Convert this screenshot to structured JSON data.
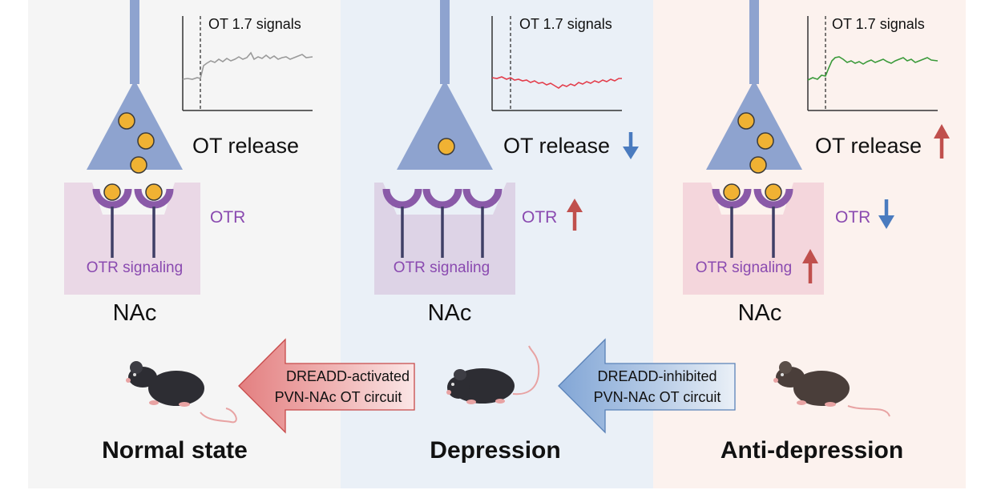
{
  "panels": [
    {
      "id": "normal",
      "state_label": "Normal state",
      "trace_label": "OT 1.7 signals",
      "release_label": "OT release",
      "receptor_label": "OTR",
      "signaling_label": "OTR signaling",
      "region_label": "NAc",
      "colors": {
        "background": "#f5f5f5",
        "trace": "#9a9a9a"
      }
    },
    {
      "id": "depression",
      "state_label": "Depression",
      "trace_label": "OT 1.7 signals",
      "release_label": "OT release",
      "receptor_label": "OTR",
      "signaling_label": "OTR signaling",
      "region_label": "NAc",
      "colors": {
        "background": "#eaf0f7",
        "trace": "#e33d4b"
      },
      "release_change": "down",
      "receptor_change": "up"
    },
    {
      "id": "anti-depression",
      "state_label": "Anti-depression",
      "trace_label": "OT 1.7 signals",
      "release_label": "OT release",
      "receptor_label": "OTR",
      "signaling_label": "OTR signaling",
      "region_label": "NAc",
      "colors": {
        "background": "#fcf2ee",
        "trace": "#3a9a3a"
      },
      "release_change": "up",
      "receptor_change": "down",
      "signaling_change": "up"
    }
  ],
  "arrows": [
    {
      "id": "activated",
      "line1": "DREADD-activated",
      "line2": "PVN-NAc OT circuit",
      "color": "#e98f8f"
    },
    {
      "id": "inhibited",
      "line1": "DREADD-inhibited",
      "line2": "PVN-NAc OT circuit",
      "color": "#8fb0d8"
    }
  ],
  "colors": {
    "neuron": "#8ea3cf",
    "vesicle": "#f0b233",
    "receptor": "#8a5aa8",
    "label_purple": "#8a4ab0",
    "up_arrow": "#c0504d",
    "down_arrow": "#4a7bbf",
    "postsynaptic": "#e8d3e2"
  }
}
